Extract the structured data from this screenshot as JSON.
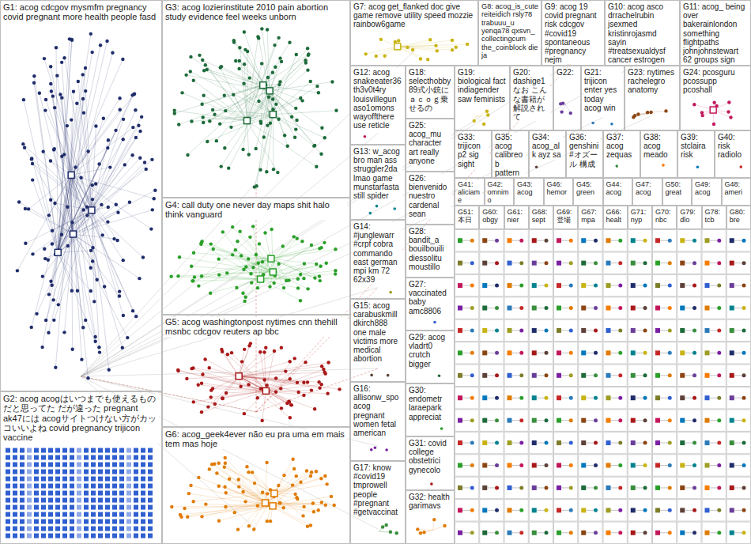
{
  "diagram": {
    "nodes": [
      {
        "text": [
          "G1: acog cdcgov mysmfm pregnancy covid pregnant more health people fasd"
        ]
      },
      {
        "text": [
          "G2: acog acogはいつまでも使えるものだと思ってた だが違った pregnant ak47には acogサイトつけない方がカッコいいよね covid pregnancy trijicon vaccine"
        ]
      },
      {
        "text": [
          "G3: acog lozierinstitute 2010 pain abortion study evidence feel weeks unborn"
        ]
      },
      {
        "text": [
          "G4: call duty one never day maps shit halo think vanguard"
        ]
      },
      {
        "text": [
          "G5: acog washingtonpost nytimes cnn thehill msnbc cdcgov reuters ap bbc"
        ]
      },
      {
        "text": [
          "G6: acog_geek4ever não eu pra uma em mais tem mas hoje"
        ]
      },
      {
        "text": [
          "G7: acog get_flanked doc give game remove utility speed mozzie rainbow6game"
        ]
      },
      {
        "text": [
          "G8: acog_is_cute reiteidich rsly78 trabuuu_u yenqa78 qxsvn_ collectingcum the_coinblock die ja"
        ]
      },
      {
        "text": [
          "G9: acog 19 covid pregnant risk cdcgov #covid19 spontaneous #pregnancy nejm"
        ]
      },
      {
        "text": [
          "G10: acog asco drrachelrubin jsexmed kristinrojasmd sayin #treatsexualdysf cancer estrogen"
        ]
      },
      {
        "text": [
          "G11: acog_ being over bakerainlondon something flightpaths johnjohnstewart 62 groups sign"
        ]
      },
      {
        "text": [
          "G12: acog snakeeater36 th3v0t4ry louisvillegun aso1omons wayoffthere use reticle"
        ]
      },
      {
        "text": [
          "G13: w_acog bro man ass struggler2da lmao game munstarfasta still spider"
        ]
      },
      {
        "text": [
          "G14: #junglewarr #crpf cobra commando east german mpi km 72 62x39"
        ]
      },
      {
        "text": [
          "G15: acog carabuskmill dkirch888 one male victims more medical abortion"
        ]
      },
      {
        "text": [
          "G16: allisonw_spo acog pregnant women fetal american"
        ]
      },
      {
        "text": [
          "G17: know #covid19 tmprowell people #pregnant #getvaccinat"
        ]
      },
      {
        "text": [
          "G18: selecthobby 89式小銃にａｃｏｇ乗せるの"
        ]
      },
      {
        "text": [
          "G25: acog_mu character art really anyone"
        ]
      },
      {
        "text": [
          "G26: bienvenido nuestro cardenal sean"
        ]
      },
      {
        "text": [
          "G28: bandit_a bouilbouili diessolitu moustillo"
        ]
      },
      {
        "text": [
          "G27: vaccinated baby amc8806"
        ]
      },
      {
        "text": [
          "G29: acog vladrt0 crutch bigger"
        ]
      },
      {
        "text": [
          "G30: endometr laraepark appreciat"
        ]
      },
      {
        "text": [
          "G31: covid college obstetrici gynecolo"
        ]
      },
      {
        "text": [
          "G32: health garimavs"
        ]
      },
      {
        "text": [
          "G19: biological fact indiagender saw feminists"
        ]
      },
      {
        "text": [
          "G20: dashige1 なお こんな書籍が 解説されて"
        ]
      },
      {
        "text": [
          "G22:"
        ]
      },
      {
        "text": [
          "G21: trijicon enter yes today acog win"
        ]
      },
      {
        "text": [
          "G23: nytimes rachelegro anatomy"
        ]
      },
      {
        "text": [
          "G24: pcosguru pcossupp pcoshall"
        ]
      },
      {
        "text": [
          "G33: trijicon p2 sig sight"
        ]
      },
      {
        "text": [
          "G35: acog calibreob pattern"
        ]
      },
      {
        "text": [
          "G34: acog_alk ayz sa"
        ]
      },
      {
        "text": [
          "G36: genshini #オズール 構成"
        ]
      },
      {
        "text": [
          "G37: acog zequas"
        ]
      },
      {
        "text": [
          "G38: acog meado"
        ]
      },
      {
        "text": [
          "G39: stclaira risk"
        ]
      },
      {
        "text": [
          "G40: risk radiolo"
        ]
      },
      {
        "text": [
          "G41: aliciame"
        ]
      },
      {
        "text": [
          "G42: omnimo"
        ]
      },
      {
        "text": [
          "G43: acog"
        ]
      },
      {
        "text": [
          "G46: hemor"
        ]
      },
      {
        "text": [
          "G45: green"
        ]
      },
      {
        "text": [
          "G44: acog"
        ]
      },
      {
        "text": [
          "G47: acog"
        ]
      },
      {
        "text": [
          "G50: great"
        ]
      },
      {
        "text": [
          "G49: acog"
        ]
      },
      {
        "text": [
          "G48: ameri"
        ]
      },
      {
        "text": [
          "G51: 本日"
        ]
      },
      {
        "text": [
          "G60: obgy"
        ]
      },
      {
        "text": [
          "G61: nier"
        ]
      },
      {
        "text": [
          "G68: sept"
        ]
      },
      {
        "text": [
          "G69: 登場"
        ]
      },
      {
        "text": [
          "G67: mpa"
        ]
      },
      {
        "text": [
          "G66: healt"
        ]
      },
      {
        "text": [
          "G71: nyp"
        ]
      },
      {
        "text": [
          "G70: nbc"
        ]
      },
      {
        "text": [
          "G79: dlo"
        ]
      },
      {
        "text": [
          "G78: tcb"
        ]
      },
      {
        "text": [
          "G80: bre"
        ]
      }
    ]
  }
}
